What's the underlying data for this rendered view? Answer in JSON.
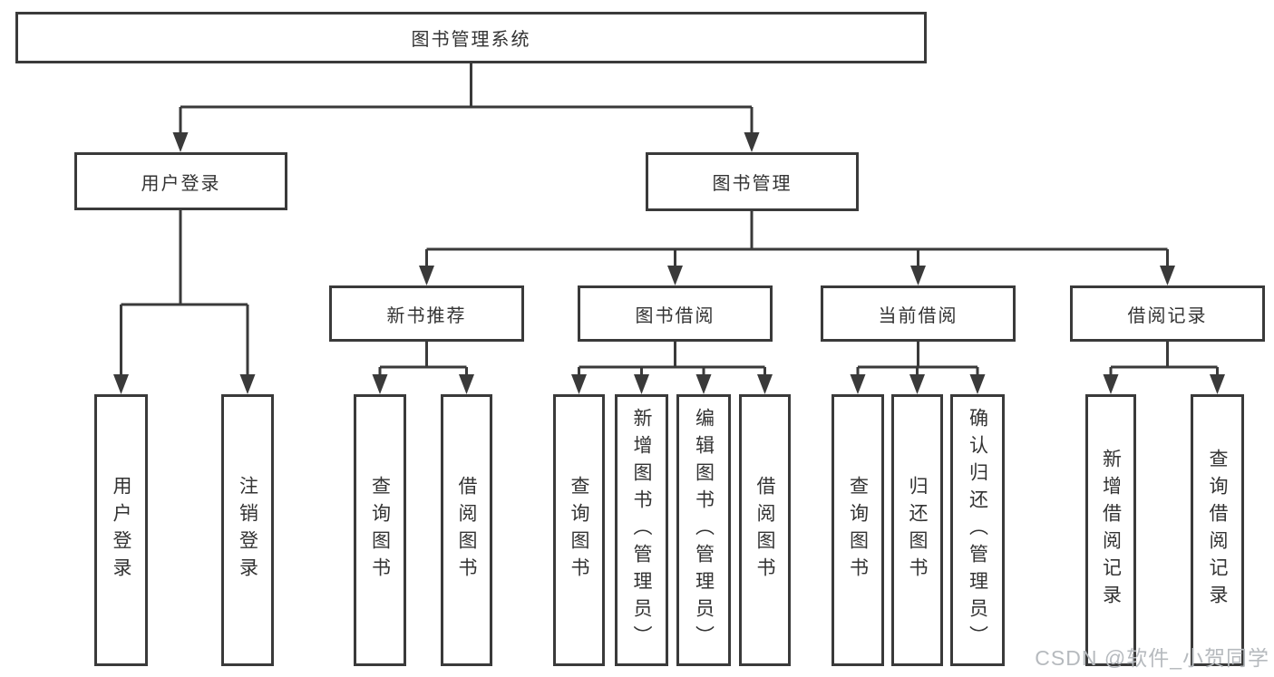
{
  "diagram": {
    "root": {
      "label": "图书管理系统"
    },
    "level2": [
      {
        "label": "用户登录"
      },
      {
        "label": "图书管理"
      }
    ],
    "level3": [
      {
        "label": "新书推荐",
        "parent": "图书管理"
      },
      {
        "label": "图书借阅",
        "parent": "图书管理"
      },
      {
        "label": "当前借阅",
        "parent": "图书管理"
      },
      {
        "label": "借阅记录",
        "parent": "图书管理"
      }
    ],
    "leaves": [
      {
        "label": "用户登录",
        "parent": "用户登录"
      },
      {
        "label": "注销登录",
        "parent": "用户登录"
      },
      {
        "label": "查询图书",
        "parent": "新书推荐"
      },
      {
        "label": "借阅图书",
        "parent": "新书推荐"
      },
      {
        "label": "查询图书",
        "parent": "图书借阅"
      },
      {
        "label": "新增图书（管理员）",
        "parent": "图书借阅"
      },
      {
        "label": "编辑图书（管理员）",
        "parent": "图书借阅"
      },
      {
        "label": "借阅图书",
        "parent": "图书借阅"
      },
      {
        "label": "查询图书",
        "parent": "当前借阅"
      },
      {
        "label": "归还图书",
        "parent": "当前借阅"
      },
      {
        "label": "确认归还（管理员）",
        "parent": "当前借阅"
      },
      {
        "label": "新增借阅记录",
        "parent": "借阅记录"
      },
      {
        "label": "查询借阅记录",
        "parent": "借阅记录"
      }
    ]
  },
  "watermark": {
    "text": "CSDN @软件_小贺同学"
  },
  "colors": {
    "line": "#3a3a3a",
    "text": "#333333",
    "background": "#ffffff",
    "watermark": "#b6babe"
  }
}
